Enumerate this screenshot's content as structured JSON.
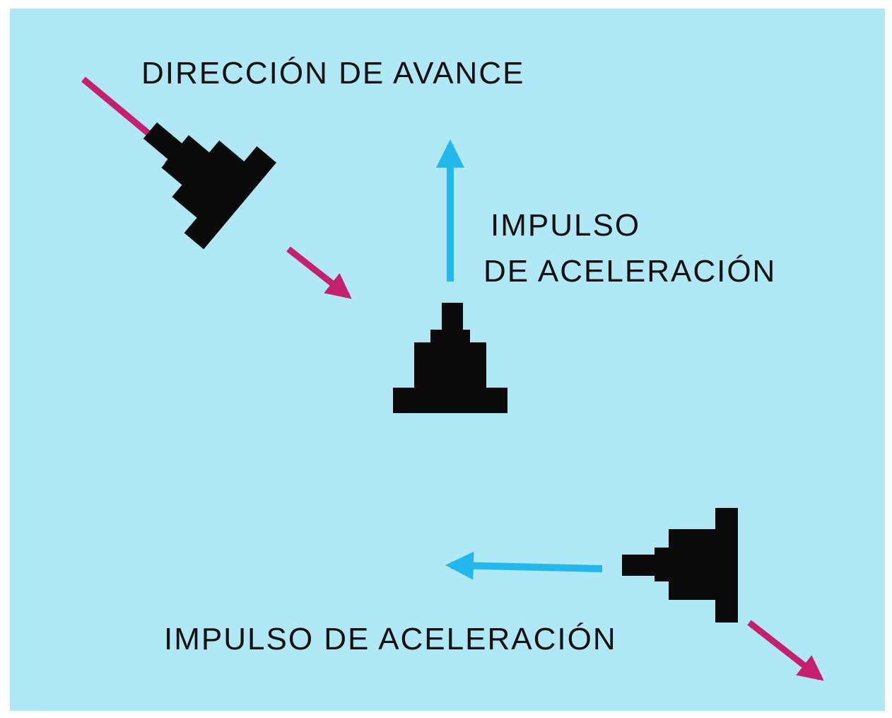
{
  "labels": {
    "direction": "DIRECCIÓN DE AVANCE",
    "impulse_top_line1": "IMPULSO",
    "impulse_top_line2": "DE ACELERACIÓN",
    "impulse_bottom": "IMPULSO DE ACELERACIÓN"
  },
  "colors": {
    "background": "#b0e8f6",
    "direction_arrow": "#c4206e",
    "impulse_arrow": "#22b8ec",
    "spacecraft": "#0a0a0a"
  }
}
